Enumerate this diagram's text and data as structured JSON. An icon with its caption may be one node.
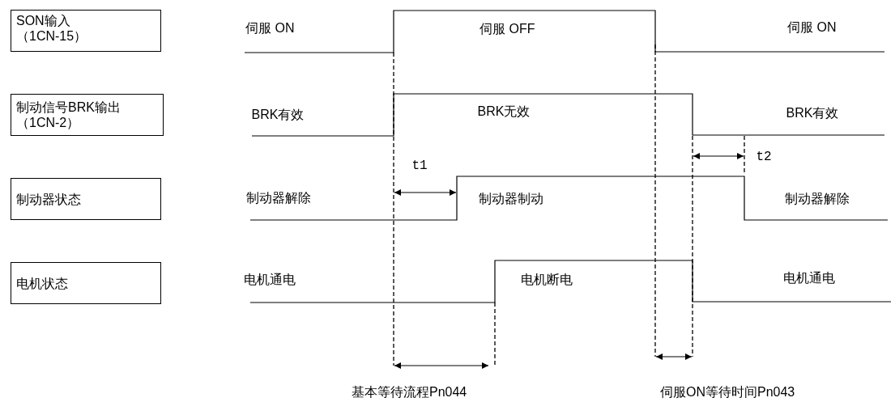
{
  "diagram": {
    "nodes": [
      {
        "text": [
          "SON输入（1CN-15）"
        ]
      },
      {
        "text": [
          "制动信号BRK输出（1CN-2）"
        ]
      },
      {
        "text": [
          "制动器状态"
        ]
      },
      {
        "text": [
          "电机状态"
        ]
      }
    ],
    "labels": [
      "伺服 ON",
      "伺服 OFF",
      "伺服 ON",
      "BRK有效",
      "BRK无效",
      "BRK有效",
      "t1",
      "t2",
      "制动器解除",
      "制动器制动",
      "制动器解除",
      "电机通电",
      "电机断电",
      "电机通电",
      "基本等待流程Pn044",
      "伺服ON等待时间Pn043"
    ]
  }
}
